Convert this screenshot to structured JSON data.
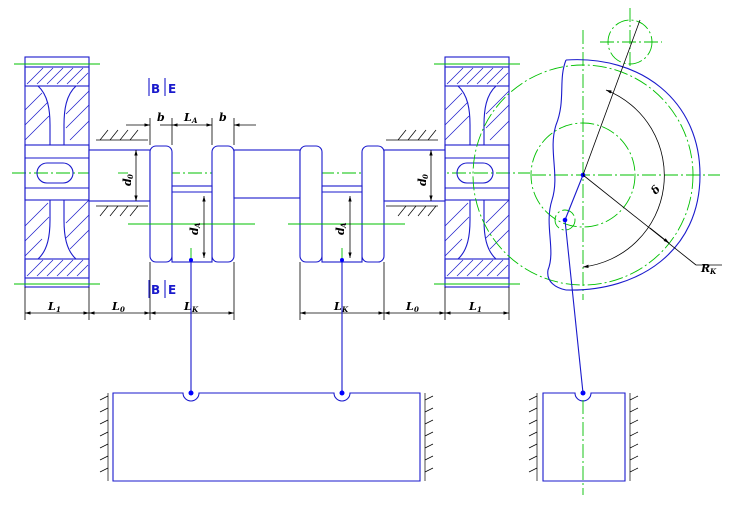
{
  "labels": {
    "b_left": "b",
    "la_main": "L",
    "la_sub": "A",
    "b_right": "b",
    "d0_left_main": "d",
    "d0_left_sub": "0",
    "d0_right_main": "d",
    "d0_right_sub": "0",
    "da_left_main": "d",
    "da_left_sub": "A",
    "da_right_main": "d",
    "da_right_sub": "A",
    "l1_left_main": "L",
    "l1_left_sub": "1",
    "l0_left_main": "L",
    "l0_left_sub": "0",
    "lk_left_main": "L",
    "lk_left_sub": "K",
    "lk_right_main": "L",
    "lk_right_sub": "K",
    "l0_right_main": "L",
    "l0_right_sub": "0",
    "l1_right_main": "L",
    "l1_right_sub": "1",
    "rk_main": "R",
    "rk_sub": "K",
    "delta": "δ"
  },
  "section_marks": {
    "top_b": "B",
    "top_e": "E",
    "bottom_b": "B",
    "bottom_e": "E"
  },
  "colors": {
    "outline": "#1a1acc",
    "centerline": "#00c000",
    "dimension": "#000000",
    "joint": "#0000ff"
  }
}
